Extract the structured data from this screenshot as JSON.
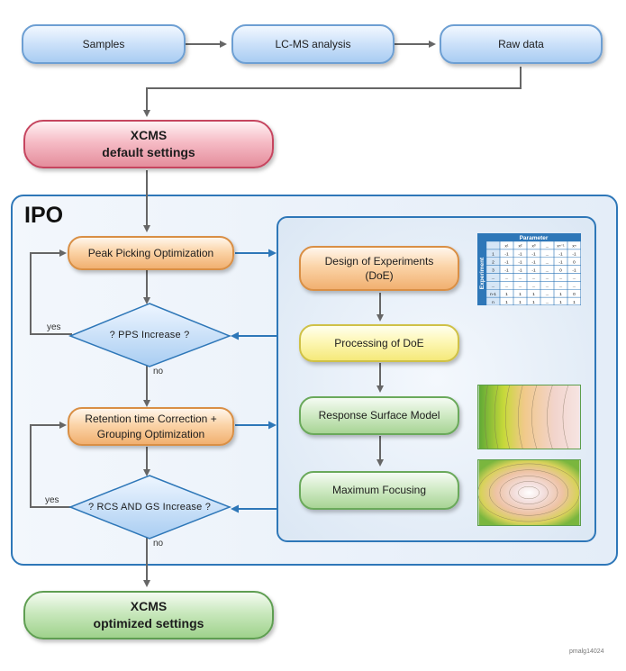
{
  "flow": {
    "samples": "Samples",
    "lcms": "LC-MS analysis",
    "raw": "Raw data",
    "xcms_default_l1": "XCMS",
    "xcms_default_l2": "default settings",
    "ipo": "IPO",
    "peak": "Peak Picking Optimization",
    "pps_q": "? PPS Increase ?",
    "rt_l1": "Retention time Correction +",
    "rt_l2": "Grouping Optimization",
    "rcs_q": "? RCS AND GS Increase ?",
    "yes1": "yes",
    "no1": "no",
    "yes2": "yes",
    "no2": "no",
    "doe_l1": "Design of Experiments",
    "doe_l2": "(DoE)",
    "proc": "Processing of DoE",
    "rsm": "Response Surface Model",
    "maxf": "Maximum Focusing",
    "xcms_opt_l1": "XCMS",
    "xcms_opt_l2": "optimized settings",
    "code": "pmalg14024"
  },
  "param_table": {
    "title": "Parameter",
    "side": "Experiment",
    "header": [
      "",
      "x¹",
      "x²",
      "x³",
      "...",
      "xⁿ⁻¹",
      "xⁿ"
    ],
    "rows": [
      [
        "1",
        "-1",
        "-1",
        "-1",
        "...",
        "-1",
        "-1"
      ],
      [
        "2",
        "-1",
        "-1",
        "-1",
        "...",
        "-1",
        "0"
      ],
      [
        "3",
        "-1",
        "-1",
        "-1",
        "...",
        "0",
        "-1"
      ],
      [
        "...",
        "...",
        "...",
        "...",
        "...",
        "...",
        "..."
      ],
      [
        "...",
        "...",
        "...",
        "...",
        "...",
        "...",
        "..."
      ],
      [
        "n-1",
        "1",
        "1",
        "1",
        "...",
        "1",
        "0"
      ],
      [
        "n",
        "1",
        "1",
        "1",
        "...",
        "1",
        "1"
      ]
    ]
  }
}
